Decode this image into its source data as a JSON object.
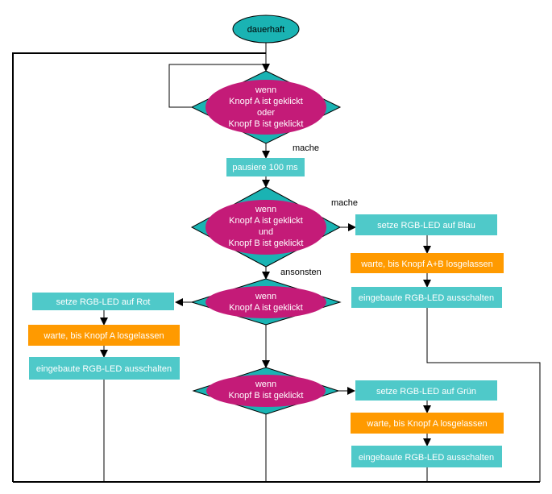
{
  "start": {
    "label": "dauerhaft"
  },
  "cond1": {
    "lines": [
      "wenn",
      "Knopf A ist geklickt",
      "oder",
      "Knopf B ist geklickt"
    ],
    "yes_label": "mache"
  },
  "pause": {
    "label": "pausiere 100 ms"
  },
  "cond2": {
    "lines": [
      "wenn",
      "Knopf A ist geklickt",
      "und",
      "Knopf B ist geklickt"
    ],
    "yes_label": "mache",
    "else_label": "ansonsten"
  },
  "branch_ab": {
    "set_led": "setze RGB-LED auf Blau",
    "wait": "warte, bis Knopf A+B losgelassen",
    "off": "eingebaute RGB-LED ausschalten"
  },
  "cond3": {
    "lines": [
      "wenn",
      "Knopf A ist geklickt"
    ]
  },
  "branch_a": {
    "set_led": "setze RGB-LED auf Rot",
    "wait": "warte, bis Knopf A losgelassen",
    "off": "eingebaute RGB-LED ausschalten"
  },
  "cond4": {
    "lines": [
      "wenn",
      "Knopf B ist geklickt"
    ]
  },
  "branch_b": {
    "set_led": "setze RGB-LED auf Grün",
    "wait": "warte, bis Knopf A losgelassen",
    "off": "eingebaute RGB-LED ausschalten"
  },
  "colors": {
    "teal": "#1ab3b3",
    "box": "#4fc9c9",
    "magenta": "#c41b78",
    "orange": "#ff9a00"
  }
}
